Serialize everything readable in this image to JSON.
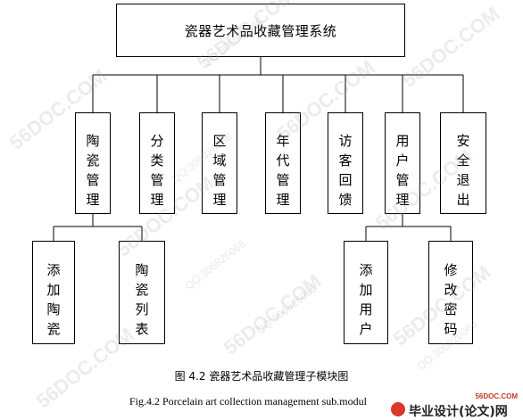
{
  "root": "瓷器艺术品收藏管理系统",
  "modules": [
    {
      "id": "ceramic-mgmt",
      "label": "陶瓷管理"
    },
    {
      "id": "category-mgmt",
      "label": "分类管理"
    },
    {
      "id": "region-mgmt",
      "label": "区域管理"
    },
    {
      "id": "era-mgmt",
      "label": "年代管理"
    },
    {
      "id": "visitor-feedback",
      "label": "访客回馈"
    },
    {
      "id": "user-mgmt",
      "label": "用户管理"
    },
    {
      "id": "safe-exit",
      "label": "安全退出"
    }
  ],
  "submodules": [
    {
      "id": "add-ceramic",
      "label": "添加陶瓷",
      "parent": "ceramic-mgmt"
    },
    {
      "id": "ceramic-list",
      "label": "陶瓷列表",
      "parent": "ceramic-mgmt"
    },
    {
      "id": "add-user",
      "label": "添加用户",
      "parent": "user-mgmt"
    },
    {
      "id": "change-password",
      "label": "修改密码",
      "parent": "user-mgmt"
    }
  ],
  "caption_cn": "图 4.2  瓷器艺术品收藏管理子模块图",
  "caption_en": "Fig.4.2    Porcelain art collection management sub.modul",
  "watermarks": {
    "site": "56DOC.COM",
    "qq": "QQ:306826066"
  },
  "logo": {
    "top": "56DOC.COM",
    "text": "毕业设计(论文)网"
  },
  "colors": {
    "line": "#000000",
    "background": "#ffffff",
    "watermark": "#969696",
    "logo_accent": "#d9382a"
  }
}
